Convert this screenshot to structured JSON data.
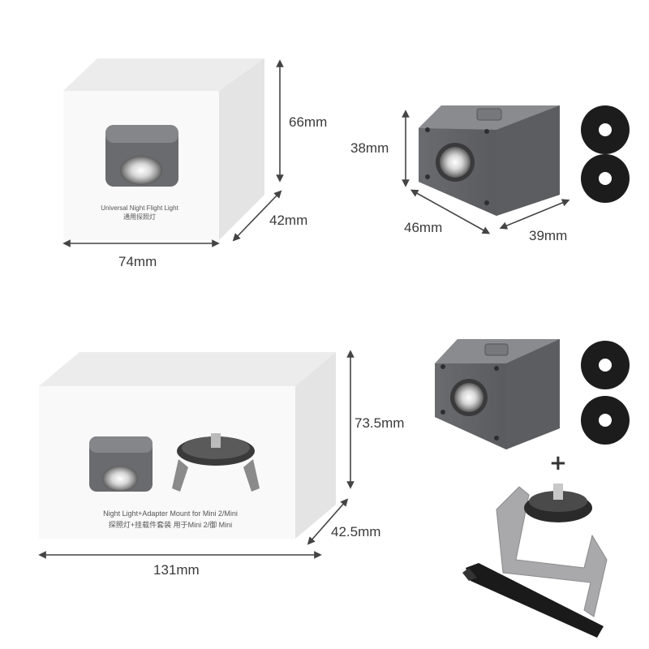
{
  "box1": {
    "width_label": "74mm",
    "height_label": "66mm",
    "depth_label": "42mm",
    "text_en": "Universal Night Flight Light",
    "text_cn": "通用探照灯"
  },
  "light1": {
    "height_label": "38mm",
    "width_label": "46mm",
    "depth_label": "39mm"
  },
  "box2": {
    "width_label": "131mm",
    "height_label": "73.5mm",
    "depth_label": "42.5mm",
    "text_en": "Night Light+Adapter Mount  for Mini 2/Mini",
    "text_cn": "探照灯+挂载件套装 用于Mini 2/御 Mini"
  },
  "plus_sign": "+",
  "colors": {
    "light_body": "#6e6f73",
    "light_top": "#8a8b8f",
    "box_face": "#f7f7f7",
    "washer": "#1c1c1c"
  }
}
